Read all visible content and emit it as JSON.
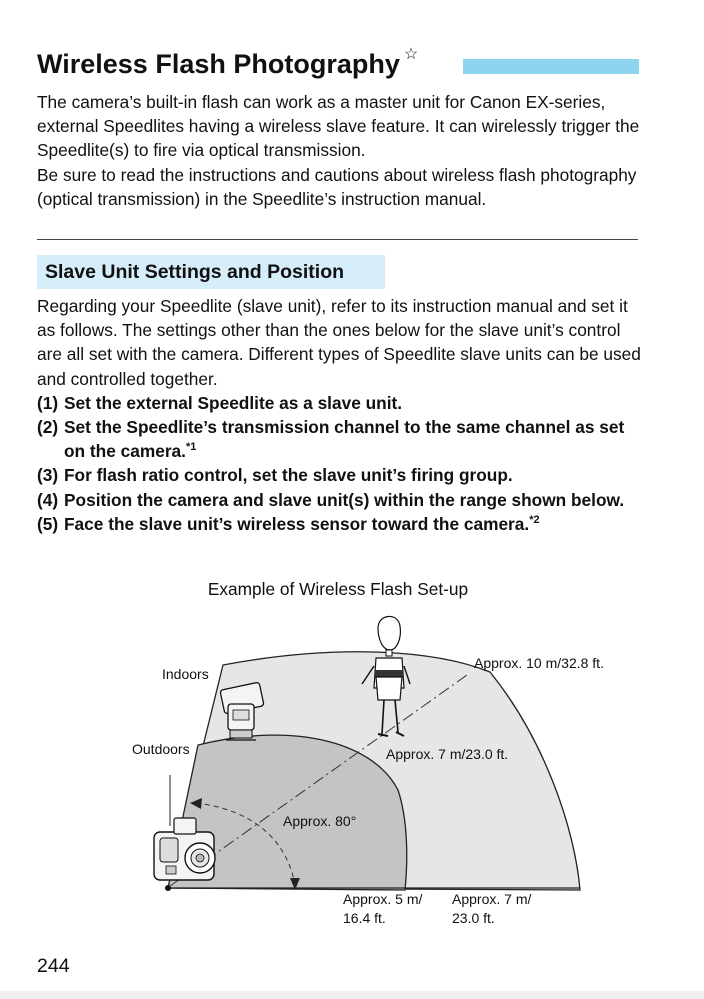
{
  "header": {
    "title": "Wireless Flash Photography",
    "star": "☆"
  },
  "intro": {
    "para1": "The camera’s built-in flash can work as a master unit for Canon EX-series, external Speedlites having a wireless slave feature. It can wirelessly trigger the Speedlite(s) to fire via optical transmission.",
    "para2": "Be sure to read the instructions and cautions about wireless flash photography (optical transmission) in the Speedlite’s instruction manual."
  },
  "section": {
    "heading": "Slave Unit Settings and Position",
    "body": "Regarding your Speedlite (slave unit), refer to its instruction manual and set it as follows. The settings other than the ones below for the slave unit’s control are all set with the camera. Different types of Speedlite slave units can be used and controlled together.",
    "steps": [
      {
        "num": "(1)",
        "text": "Set the external Speedlite as a slave unit.",
        "note": ""
      },
      {
        "num": "(2)",
        "text": "Set the Speedlite’s transmission channel to the same channel as set on the camera.",
        "note": "*1"
      },
      {
        "num": "(3)",
        "text": "For flash ratio control, set the slave unit’s firing group.",
        "note": ""
      },
      {
        "num": "(4)",
        "text": "Position the camera and slave unit(s) within the range shown below.",
        "note": ""
      },
      {
        "num": "(5)",
        "text": "Face the slave unit’s wireless sensor toward the camera.",
        "note": "*2"
      }
    ]
  },
  "figure": {
    "caption": "Example of Wireless Flash Set-up",
    "labels": {
      "indoors": "Indoors",
      "outdoors": "Outdoors",
      "range_indoor": "Approx. 10 m/32.8 ft.",
      "range_outdoor": "Approx. 7 m/23.0 ft.",
      "angle": "Approx. 80°",
      "side_outdoor_1": "Approx. 5 m/",
      "side_outdoor_2": "16.4 ft.",
      "side_indoor_1": "Approx. 7 m/",
      "side_indoor_2": "23.0 ft."
    },
    "colors": {
      "indoor_zone": "#e6e6e6",
      "outdoor_zone": "#c4c4c4"
    }
  },
  "footer": {
    "page_number": "244"
  },
  "colors": {
    "accent_bar": "#8ed4ee",
    "section_bg": "#d6eefa"
  }
}
